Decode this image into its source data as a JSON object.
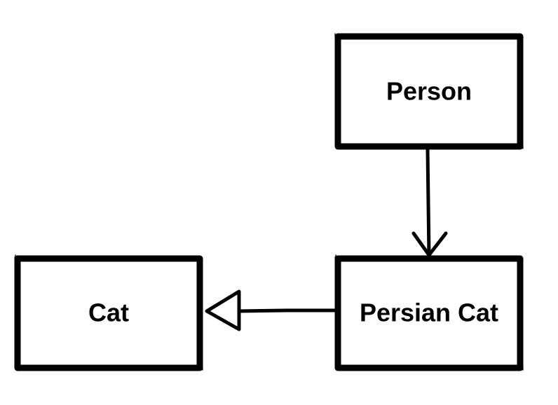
{
  "nodes": {
    "person": {
      "label": "Person"
    },
    "cat": {
      "label": "Cat"
    },
    "persian_cat": {
      "label": "Persian Cat"
    }
  },
  "edges": [
    {
      "from": "person",
      "to": "persian_cat",
      "arrowhead": "open"
    },
    {
      "from": "persian_cat",
      "to": "cat",
      "arrowhead": "hollow-triangle"
    }
  ],
  "colors": {
    "stroke": "#000000",
    "background": "#ffffff"
  }
}
